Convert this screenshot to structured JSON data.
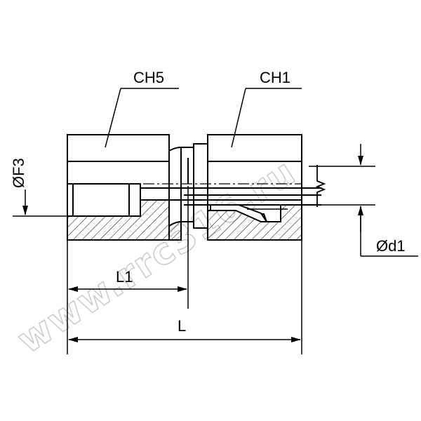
{
  "labels": {
    "ch5": "CH5",
    "ch1": "CH1",
    "f3": "ØF3",
    "d1": "Ød1",
    "l1": "L1",
    "l": "L"
  },
  "watermark": "www.rrc316.ru",
  "colors": {
    "line": "#000000",
    "watermark": "#c7c7c7",
    "background": "#ffffff"
  }
}
